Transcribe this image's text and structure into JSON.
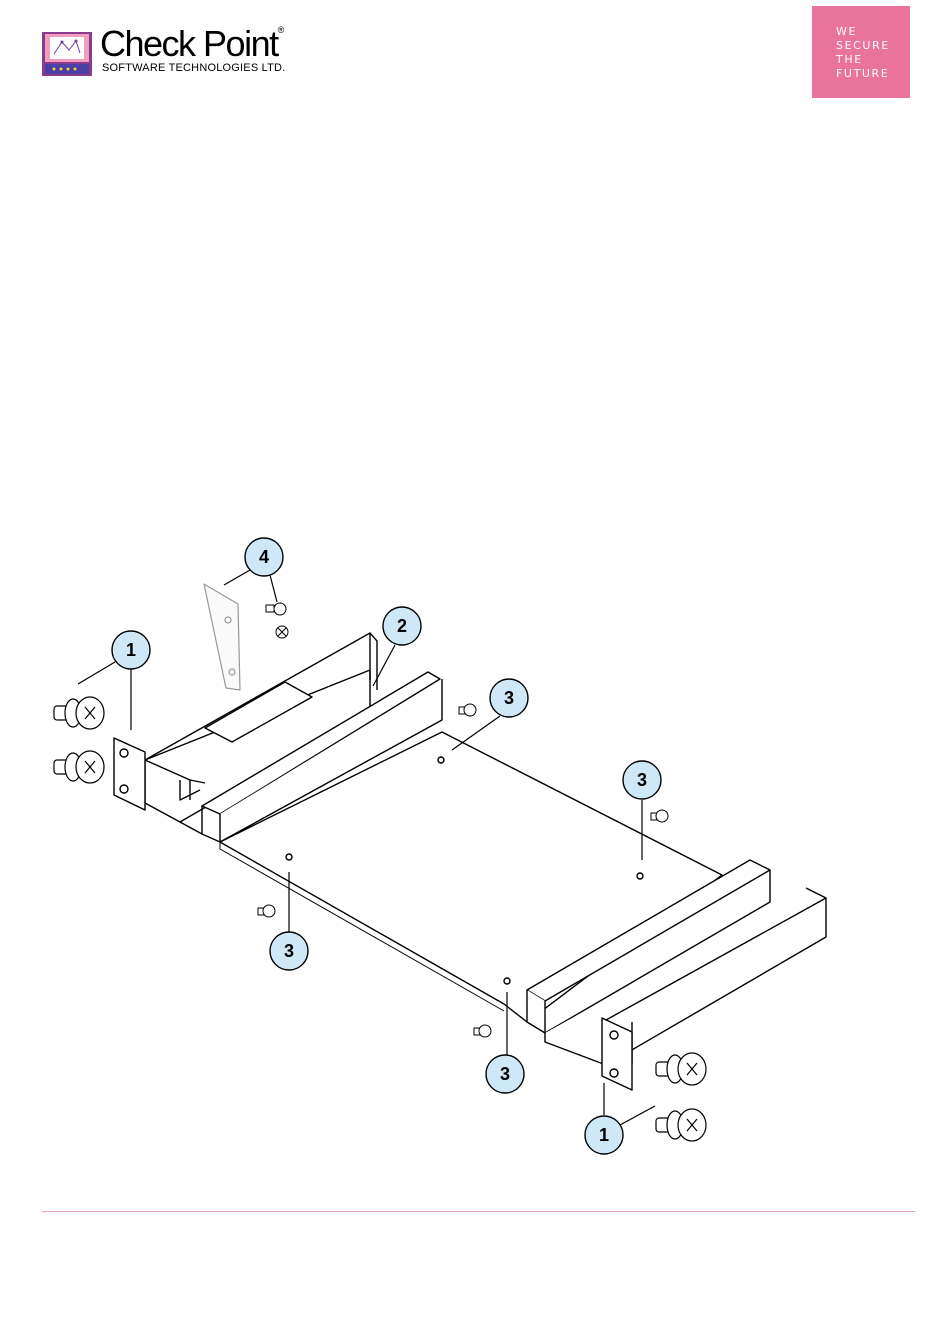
{
  "header": {
    "logo_name": "Check Point",
    "logo_registered": "®",
    "logo_subtitle": "SOFTWARE TECHNOLOGIES LTD.",
    "tagline_lines": [
      "WE",
      "SECURE",
      "THE",
      "FUTURE"
    ]
  },
  "colors": {
    "brand_pink": "#e9739a",
    "callout_fill": "#cfe8f7",
    "line": "#000000",
    "footer_rule": "#e3a6c0"
  },
  "diagram": {
    "callouts": [
      {
        "label": "1"
      },
      {
        "label": "1"
      },
      {
        "label": "2"
      },
      {
        "label": "3"
      },
      {
        "label": "3"
      },
      {
        "label": "3"
      },
      {
        "label": "3"
      },
      {
        "label": "4"
      }
    ]
  }
}
